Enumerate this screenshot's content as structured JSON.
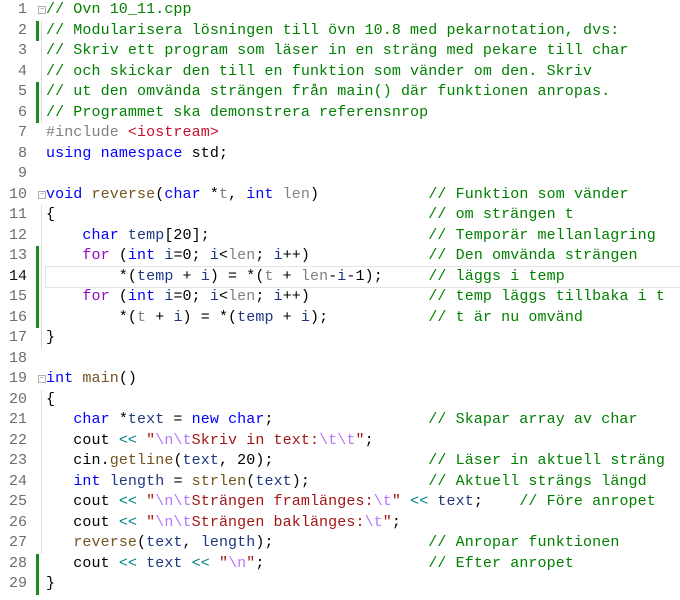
{
  "colors": {
    "comment": "#008000",
    "keyword": "#0000ff",
    "control": "#8f08c4",
    "string": "#a31515",
    "escape": "#b776fb",
    "function": "#74531f",
    "variable": "#1f377f",
    "parameter": "#808080",
    "operator": "#008080",
    "change_bar": "#1e8a1e"
  },
  "current_line": 14,
  "lines": [
    {
      "num": "1",
      "fold": true,
      "tokens": [
        [
          "c",
          "// Ovn 10_11.cpp"
        ]
      ]
    },
    {
      "num": "2",
      "changed": true,
      "tokens": [
        [
          "c",
          "// Modularisera lösningen till övn 10.8 med pekarnotation, dvs:"
        ]
      ]
    },
    {
      "num": "3",
      "tokens": [
        [
          "c",
          "// Skriv ett program som läser in en sträng med pekare till char"
        ]
      ]
    },
    {
      "num": "4",
      "tokens": [
        [
          "c",
          "// och skickar den till en funktion som vänder om den. Skriv"
        ]
      ]
    },
    {
      "num": "5",
      "changed": true,
      "tokens": [
        [
          "c",
          "// ut den omvända strängen från main() där funktionen anropas."
        ]
      ]
    },
    {
      "num": "6",
      "changed": true,
      "tokens": [
        [
          "c",
          "// Programmet ska demonstrera referensnrop"
        ]
      ]
    },
    {
      "num": "7",
      "tokens": [
        [
          "p",
          "#include"
        ],
        [
          "n",
          " "
        ],
        [
          "inc",
          "<iostream>"
        ]
      ]
    },
    {
      "num": "8",
      "tokens": [
        [
          "k",
          "using"
        ],
        [
          "n",
          " "
        ],
        [
          "k",
          "namespace"
        ],
        [
          "n",
          " std;"
        ]
      ]
    },
    {
      "num": "9",
      "tokens": []
    },
    {
      "num": "10",
      "fold": true,
      "tokens": [
        [
          "k",
          "void"
        ],
        [
          "n",
          " "
        ],
        [
          "f",
          "reverse"
        ],
        [
          "n",
          "("
        ],
        [
          "k",
          "char"
        ],
        [
          "n",
          " *"
        ],
        [
          "prm",
          "t"
        ],
        [
          "n",
          ", "
        ],
        [
          "k",
          "int"
        ],
        [
          "n",
          " "
        ],
        [
          "prm",
          "len"
        ],
        [
          "n",
          ")            "
        ],
        [
          "c",
          "// Funktion som vänder"
        ]
      ]
    },
    {
      "num": "11",
      "tokens": [
        [
          "n",
          "{                                         "
        ],
        [
          "c",
          "// om strängen t"
        ]
      ]
    },
    {
      "num": "12",
      "tokens": [
        [
          "n",
          "    "
        ],
        [
          "k",
          "char"
        ],
        [
          "n",
          " "
        ],
        [
          "v",
          "temp"
        ],
        [
          "n",
          "[20];                        "
        ],
        [
          "c",
          "// Temporär mellanlagring"
        ]
      ]
    },
    {
      "num": "13",
      "changed": true,
      "tokens": [
        [
          "n",
          "    "
        ],
        [
          "ctl",
          "for"
        ],
        [
          "n",
          " ("
        ],
        [
          "k",
          "int"
        ],
        [
          "n",
          " "
        ],
        [
          "v",
          "i"
        ],
        [
          "n",
          "=0; "
        ],
        [
          "v",
          "i"
        ],
        [
          "n",
          "<"
        ],
        [
          "prm",
          "len"
        ],
        [
          "n",
          "; "
        ],
        [
          "v",
          "i"
        ],
        [
          "n",
          "++)             "
        ],
        [
          "c",
          "// Den omvända strängen"
        ]
      ]
    },
    {
      "num": "14",
      "changed": true,
      "tokens": [
        [
          "n",
          "        *("
        ],
        [
          "v",
          "temp"
        ],
        [
          "n",
          " + "
        ],
        [
          "v",
          "i"
        ],
        [
          "n",
          ") = *("
        ],
        [
          "prm",
          "t"
        ],
        [
          "n",
          " + "
        ],
        [
          "prm",
          "len"
        ],
        [
          "n",
          "-"
        ],
        [
          "v",
          "i"
        ],
        [
          "n",
          "-1);     "
        ],
        [
          "c",
          "// läggs i temp"
        ]
      ]
    },
    {
      "num": "15",
      "changed": true,
      "tokens": [
        [
          "n",
          "    "
        ],
        [
          "ctl",
          "for"
        ],
        [
          "n",
          " ("
        ],
        [
          "k",
          "int"
        ],
        [
          "n",
          " "
        ],
        [
          "v",
          "i"
        ],
        [
          "n",
          "=0; "
        ],
        [
          "v",
          "i"
        ],
        [
          "n",
          "<"
        ],
        [
          "prm",
          "len"
        ],
        [
          "n",
          "; "
        ],
        [
          "v",
          "i"
        ],
        [
          "n",
          "++)             "
        ],
        [
          "c",
          "// temp läggs tillbaka i t"
        ]
      ]
    },
    {
      "num": "16",
      "changed": true,
      "tokens": [
        [
          "n",
          "        *("
        ],
        [
          "prm",
          "t"
        ],
        [
          "n",
          " + "
        ],
        [
          "v",
          "i"
        ],
        [
          "n",
          ") = *("
        ],
        [
          "v",
          "temp"
        ],
        [
          "n",
          " + "
        ],
        [
          "v",
          "i"
        ],
        [
          "n",
          ");           "
        ],
        [
          "c",
          "// t är nu omvänd"
        ]
      ]
    },
    {
      "num": "17",
      "tokens": [
        [
          "n",
          "}"
        ]
      ]
    },
    {
      "num": "18",
      "tokens": []
    },
    {
      "num": "19",
      "fold": true,
      "tokens": [
        [
          "k",
          "int"
        ],
        [
          "n",
          " "
        ],
        [
          "f",
          "main"
        ],
        [
          "n",
          "()"
        ]
      ]
    },
    {
      "num": "20",
      "tokens": [
        [
          "n",
          "{"
        ]
      ]
    },
    {
      "num": "21",
      "tokens": [
        [
          "n",
          "   "
        ],
        [
          "k",
          "char"
        ],
        [
          "n",
          " *"
        ],
        [
          "v",
          "text"
        ],
        [
          "n",
          " = "
        ],
        [
          "k",
          "new"
        ],
        [
          "n",
          " "
        ],
        [
          "k",
          "char"
        ],
        [
          "n",
          ";                 "
        ],
        [
          "c",
          "// Skapar array av char"
        ]
      ]
    },
    {
      "num": "22",
      "tokens": [
        [
          "n",
          "   cout "
        ],
        [
          "op",
          "<<"
        ],
        [
          "n",
          " "
        ],
        [
          "s",
          "\""
        ],
        [
          "e",
          "\\n\\t"
        ],
        [
          "s",
          "Skriv in text:"
        ],
        [
          "e",
          "\\t\\t"
        ],
        [
          "s",
          "\""
        ],
        [
          "n",
          ";"
        ]
      ]
    },
    {
      "num": "23",
      "tokens": [
        [
          "n",
          "   cin."
        ],
        [
          "f",
          "getline"
        ],
        [
          "n",
          "("
        ],
        [
          "v",
          "text"
        ],
        [
          "n",
          ", 20);                 "
        ],
        [
          "c",
          "// Läser in aktuell sträng"
        ]
      ]
    },
    {
      "num": "24",
      "tokens": [
        [
          "n",
          "   "
        ],
        [
          "k",
          "int"
        ],
        [
          "n",
          " "
        ],
        [
          "v",
          "length"
        ],
        [
          "n",
          " = "
        ],
        [
          "f",
          "strlen"
        ],
        [
          "n",
          "("
        ],
        [
          "v",
          "text"
        ],
        [
          "n",
          ");             "
        ],
        [
          "c",
          "// Aktuell strängs längd"
        ]
      ]
    },
    {
      "num": "25",
      "tokens": [
        [
          "n",
          "   cout "
        ],
        [
          "op",
          "<<"
        ],
        [
          "n",
          " "
        ],
        [
          "s",
          "\""
        ],
        [
          "e",
          "\\n\\t"
        ],
        [
          "s",
          "Strängen framlänges:"
        ],
        [
          "e",
          "\\t"
        ],
        [
          "s",
          "\""
        ],
        [
          "n",
          " "
        ],
        [
          "op",
          "<<"
        ],
        [
          "n",
          " "
        ],
        [
          "v",
          "text"
        ],
        [
          "n",
          ";    "
        ],
        [
          "c",
          "// Före anropet"
        ]
      ]
    },
    {
      "num": "26",
      "tokens": [
        [
          "n",
          "   cout "
        ],
        [
          "op",
          "<<"
        ],
        [
          "n",
          " "
        ],
        [
          "s",
          "\""
        ],
        [
          "e",
          "\\n\\t"
        ],
        [
          "s",
          "Strängen baklänges:"
        ],
        [
          "e",
          "\\t"
        ],
        [
          "s",
          "\""
        ],
        [
          "n",
          ";"
        ]
      ]
    },
    {
      "num": "27",
      "tokens": [
        [
          "n",
          "   "
        ],
        [
          "f",
          "reverse"
        ],
        [
          "n",
          "("
        ],
        [
          "v",
          "text"
        ],
        [
          "n",
          ", "
        ],
        [
          "v",
          "length"
        ],
        [
          "n",
          ");                 "
        ],
        [
          "c",
          "// Anropar funktionen"
        ]
      ]
    },
    {
      "num": "28",
      "changed": true,
      "tokens": [
        [
          "n",
          "   cout "
        ],
        [
          "op",
          "<<"
        ],
        [
          "n",
          " "
        ],
        [
          "v",
          "text"
        ],
        [
          "n",
          " "
        ],
        [
          "op",
          "<<"
        ],
        [
          "n",
          " "
        ],
        [
          "s",
          "\""
        ],
        [
          "e",
          "\\n"
        ],
        [
          "s",
          "\""
        ],
        [
          "n",
          ";                  "
        ],
        [
          "c",
          "// Efter anropet"
        ]
      ]
    },
    {
      "num": "29",
      "changed": true,
      "tokens": [
        [
          "n",
          "}"
        ]
      ]
    }
  ]
}
